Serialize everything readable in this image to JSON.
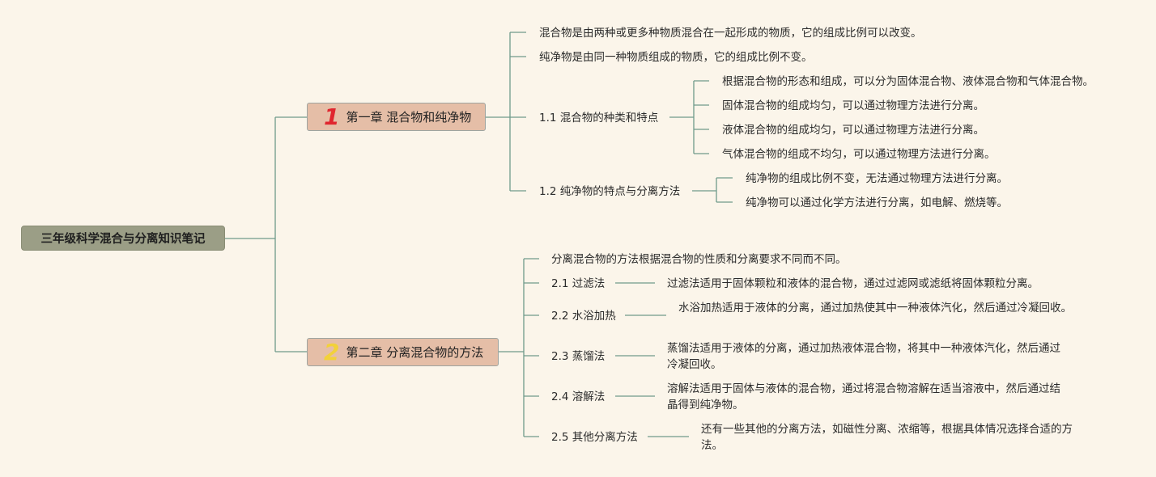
{
  "root": {
    "title": "三年级科学混合与分离知识笔记"
  },
  "chapter1": {
    "number": "1",
    "title": "第一章 混合物和纯净物",
    "items": [
      "混合物是由两种或更多种物质混合在一起形成的物质，它的组成比例可以改变。",
      "纯净物是由同一种物质组成的物质，它的组成比例不变。"
    ],
    "section1": {
      "label": "1.1 混合物的种类和特点",
      "items": [
        "根据混合物的形态和组成，可以分为固体混合物、液体混合物和气体混合物。",
        "固体混合物的组成均匀，可以通过物理方法进行分离。",
        "液体混合物的组成均匀，可以通过物理方法进行分离。",
        "气体混合物的组成不均匀，可以通过物理方法进行分离。"
      ]
    },
    "section2": {
      "label": "1.2 纯净物的特点与分离方法",
      "items": [
        "纯净物的组成比例不变，无法通过物理方法进行分离。",
        "纯净物可以通过化学方法进行分离，如电解、燃烧等。"
      ]
    }
  },
  "chapter2": {
    "number": "2",
    "title": "第二章 分离混合物的方法",
    "intro": "分离混合物的方法根据混合物的性质和分离要求不同而不同。",
    "sections": [
      {
        "label": "2.1 过滤法",
        "text": "过滤法适用于固体颗粒和液体的混合物，通过过滤网或滤纸将固体颗粒分离。"
      },
      {
        "label": "2.2 水浴加热",
        "text": "水浴加热适用于液体的分离，通过加热使其中一种液体汽化，然后通过冷凝回收。"
      },
      {
        "label": "2.3 蒸馏法",
        "text": "蒸馏法适用于液体的分离，通过加热液体混合物，将其中一种液体汽化，然后通过冷凝回收。"
      },
      {
        "label": "2.4 溶解法",
        "text": "溶解法适用于固体与液体的混合物，通过将混合物溶解在适当溶液中，然后通过结晶得到纯净物。"
      },
      {
        "label": "2.5 其他分离方法",
        "text": "还有一些其他的分离方法，如磁性分离、浓缩等，根据具体情况选择合适的方法。"
      }
    ]
  },
  "colors": {
    "background": "#fbf5ea",
    "line": "#6f9a8b",
    "root": "#9b9e86",
    "chapter": "#e5bea7",
    "num1": "#e0262f",
    "num2": "#f2d13a"
  }
}
